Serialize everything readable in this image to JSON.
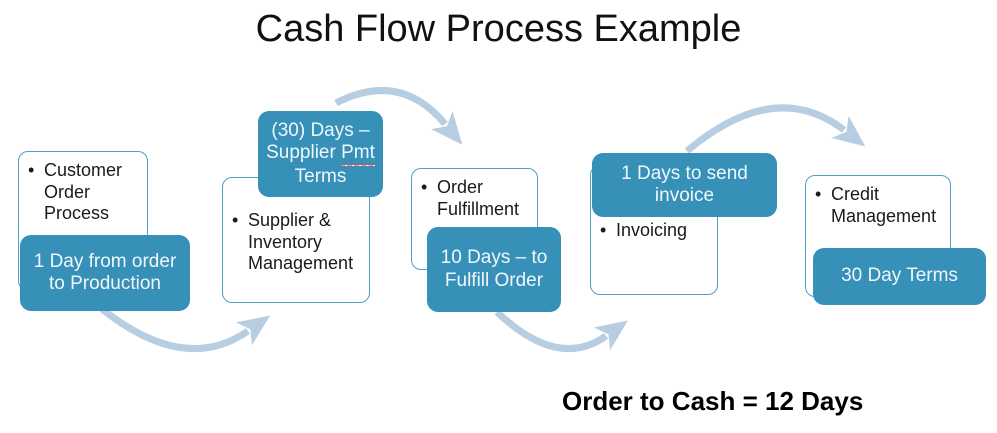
{
  "title": "Cash Flow Process Example",
  "bullet_char": "•",
  "summary": "Order to Cash = 12 Days",
  "steps": [
    {
      "label": "Customer\nOrder\nProcess",
      "duration": "1 Day from order\nto Production"
    },
    {
      "label": "Supplier &\nInventory\nManagement",
      "duration_line1": "(30) Days –",
      "duration_line2_prefix": "Supplier ",
      "duration_line2_word": "Pmt",
      "duration_line3": "Terms"
    },
    {
      "label": "Order\nFulfillment",
      "duration": "10 Days – to\nFulfill Order"
    },
    {
      "label": "Invoicing",
      "duration": "1 Days to send\ninvoice"
    },
    {
      "label": "Credit\nManagement",
      "duration": "30 Day Terms"
    }
  ],
  "colors": {
    "teal_box": "#3690b8",
    "teal_box_text": "#f0f7fb",
    "white_box_border": "#4f9fc8",
    "arrow": "#b7cde1",
    "spellcheck_squiggle": "#d05050",
    "title_text": "#111111",
    "body_text": "#1a1a1a"
  }
}
